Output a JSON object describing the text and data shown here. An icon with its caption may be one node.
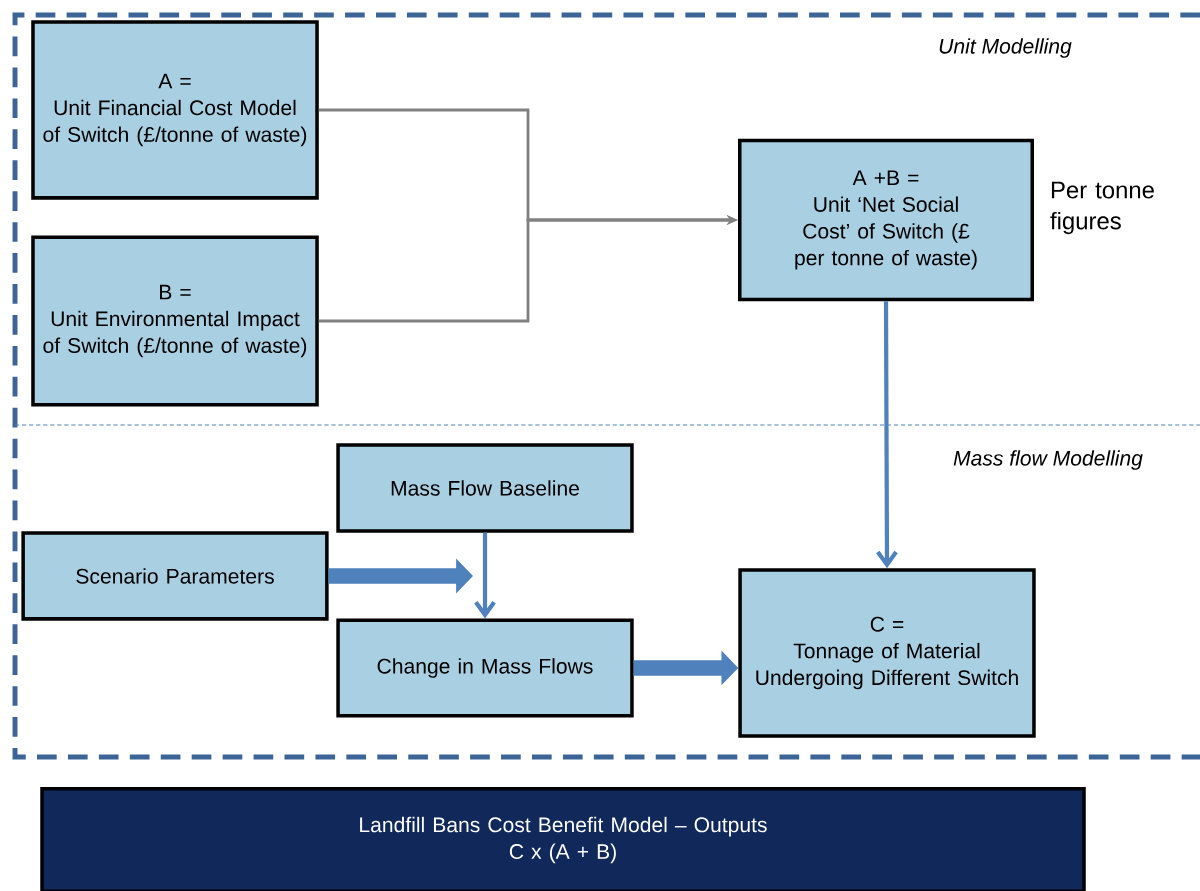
{
  "diagram": {
    "nodes": [
      {
        "text": [
          "A =",
          "Unit Financial Cost Model of Switch (£/tonne of waste)"
        ]
      },
      {
        "text": [
          "B =",
          "Unit Environmental Impact of Switch (£/tonne of waste)"
        ]
      },
      {
        "text": [
          "A +B =",
          "Unit ‘Net Social Cost’ of Switch (£ per tonne of waste)"
        ],
        "beside": [
          "Per tonne figures"
        ]
      },
      {
        "text": [
          "Mass Flow Baseline"
        ]
      },
      {
        "text": [
          "Scenario Parameters"
        ]
      },
      {
        "text": [
          "Change in Mass Flows"
        ]
      },
      {
        "text": [
          "C =",
          "Tonnage of Material Undergoing Different Switch"
        ]
      },
      {
        "text": [
          "Landfill Bans Cost Benefit Model – Outputs",
          "C x (A + B)"
        ]
      }
    ],
    "edges": [
      {
        "from": 0,
        "to": 2,
        "arrow": "to",
        "color": "#808080"
      },
      {
        "from": 1,
        "to": 2,
        "arrow": "to",
        "color": "#808080"
      },
      {
        "from": 2,
        "to": 6,
        "arrow": "to"
      },
      {
        "from": 3,
        "to": 5,
        "arrow": "to"
      },
      {
        "from": 4,
        "to": 5,
        "arrow": "to",
        "style": "thick"
      },
      {
        "from": 5,
        "to": 6,
        "arrow": "to",
        "style": "thick"
      }
    ],
    "labels": [
      "Unit Modelling",
      "Mass flow  Modelling"
    ]
  }
}
